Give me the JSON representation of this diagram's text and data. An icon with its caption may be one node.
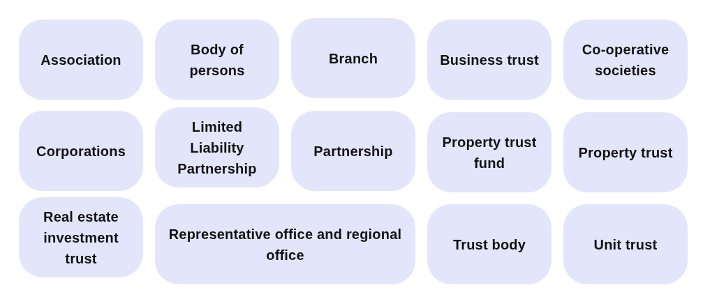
{
  "diagram": {
    "nodes": [
      {
        "text": [
          "Association"
        ]
      },
      {
        "text": [
          "Body of persons"
        ]
      },
      {
        "text": [
          "Branch"
        ]
      },
      {
        "text": [
          "Business trust"
        ]
      },
      {
        "text": [
          "Co-operative societies"
        ]
      },
      {
        "text": [
          "Corporations"
        ]
      },
      {
        "text": [
          "Limited Liability Partnership"
        ]
      },
      {
        "text": [
          "Partnership"
        ]
      },
      {
        "text": [
          "Property trust fund"
        ]
      },
      {
        "text": [
          "Property trust"
        ]
      },
      {
        "text": [
          "Real estate investment trust"
        ]
      },
      {
        "text": [
          "Representative office and regional office"
        ]
      },
      {
        "text": [
          "Trust body"
        ]
      },
      {
        "text": [
          "Unit trust"
        ]
      }
    ]
  }
}
